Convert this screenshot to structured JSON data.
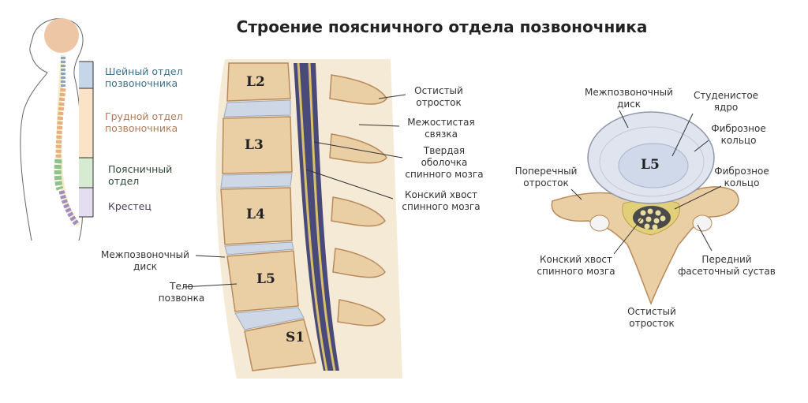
{
  "title": "Строение поясничного отдела позвоночника",
  "body_sections": [
    {
      "line1": "Шейный отдел",
      "line2": "позвоночника",
      "color": "#3e6f86"
    },
    {
      "line1": "Грудной отдел",
      "line2": "позвоночника",
      "color": "#b07a5a"
    },
    {
      "line1": "Поясничный",
      "line2": "отдел",
      "color": "#2f4a35"
    },
    {
      "line1": "Крестец",
      "line2": "",
      "color": "#4a3f5a"
    }
  ],
  "sagittal": {
    "vertebrae": [
      "L2",
      "L3",
      "L4",
      "L5",
      "S1"
    ],
    "labels": {
      "spinous": [
        "Остистый",
        "отросток"
      ],
      "interspinous": [
        "Межостистая",
        "связка"
      ],
      "dura": [
        "Твердая",
        "оболочка",
        "спинного мозга"
      ],
      "cauda": [
        "Конский хвост",
        "спинного мозга"
      ],
      "disc": [
        "Межпозвоночный",
        "диск"
      ],
      "body": [
        "Тело",
        "позвонка"
      ]
    }
  },
  "axial": {
    "vertebra": "L5",
    "labels": {
      "disc": [
        "Межпозвоночный",
        "диск"
      ],
      "nucleus": [
        "Студенистое",
        "ядро"
      ],
      "annulus1": [
        "Фиброзное",
        "кольцо"
      ],
      "transverse": [
        "Поперечный",
        "отросток"
      ],
      "annulus2": [
        "Фиброзное",
        "кольцо"
      ],
      "cauda": [
        "Конский хвост",
        "спинного мозга"
      ],
      "facet": [
        "Передний",
        "фасеточный сустав"
      ],
      "spinous": [
        "Остистый",
        "отросток"
      ]
    }
  },
  "colors": {
    "bone": "#e9cfa3",
    "bone_dark": "#b98a5c",
    "disc": "#cdd7e6",
    "canal": "#4a4a7a"
  }
}
